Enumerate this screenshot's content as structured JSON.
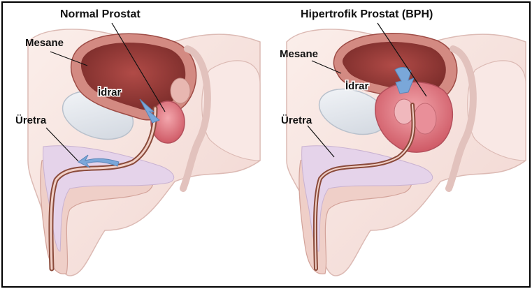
{
  "left_panel": {
    "title": "Normal Prostat",
    "labels": {
      "bladder": "Mesane",
      "urine": "İdrar",
      "urethra": "Üretra"
    }
  },
  "right_panel": {
    "title": "Hipertrofik Prostat (BPH)",
    "labels": {
      "bladder": "Mesane",
      "urine": "İdrar",
      "urethra": "Üretra"
    }
  },
  "colors": {
    "skin": "#f6e3df",
    "skin_edge": "#d8b4ae",
    "bladder_outer": "#c8766f",
    "bladder_inner": "#9a3e3a",
    "prostate": "#d9737e",
    "bone": "#e4e7ee",
    "tube_wall": "#8a4a3a",
    "arrow": "#7aa7d9"
  }
}
